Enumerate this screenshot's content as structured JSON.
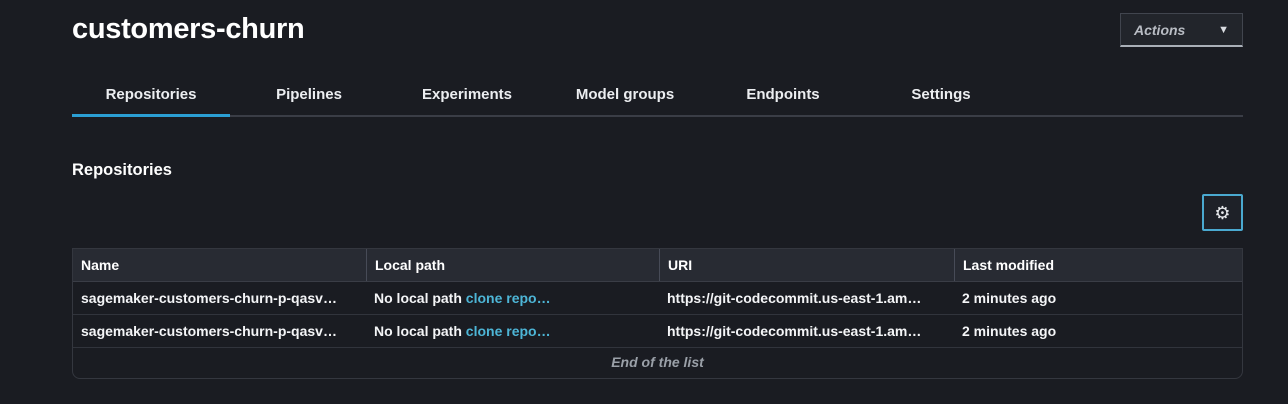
{
  "header": {
    "title": "customers-churn",
    "actions_label": "Actions",
    "caret_glyph": "▼"
  },
  "tabs": {
    "items": [
      {
        "label": "Repositories",
        "active": true
      },
      {
        "label": "Pipelines",
        "active": false
      },
      {
        "label": "Experiments",
        "active": false
      },
      {
        "label": "Model groups",
        "active": false
      },
      {
        "label": "Endpoints",
        "active": false
      },
      {
        "label": "Settings",
        "active": false
      }
    ]
  },
  "section": {
    "title": "Repositories"
  },
  "toolbar": {
    "settings_icon_glyph": "⚙"
  },
  "table": {
    "columns": [
      "Name",
      "Local path",
      "URI",
      "Last modified"
    ],
    "rows": [
      {
        "name": "sagemaker-customers-churn-p-qasv…",
        "local_path_text": "No local path ",
        "local_path_link": "clone repo…",
        "uri": "https://git-codecommit.us-east-1.am…",
        "last_modified": "2 minutes ago"
      },
      {
        "name": "sagemaker-customers-churn-p-qasv…",
        "local_path_text": "No local path ",
        "local_path_link": "clone repo…",
        "uri": "https://git-codecommit.us-east-1.am…",
        "last_modified": "2 minutes ago"
      }
    ],
    "footer": "End of the list"
  },
  "colors": {
    "background": "#1a1c22",
    "table_header_bg": "#282b33",
    "active_tab_underline": "#2b9fd4",
    "link": "#4db5d6",
    "gear_button_border": "#4aa9d0",
    "divider": "#3a3d46"
  }
}
